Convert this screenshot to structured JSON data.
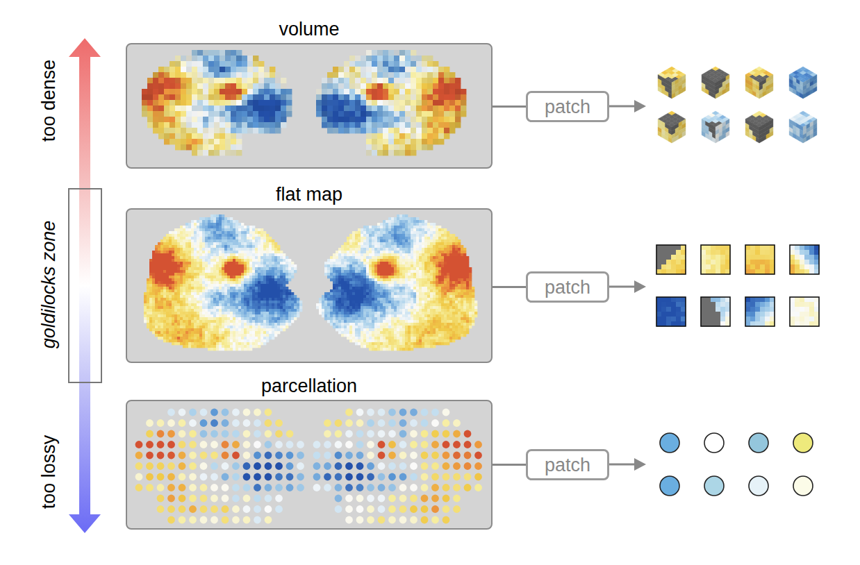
{
  "diagram": {
    "nodes": [
      {
        "text": [
          "volume"
        ]
      },
      {
        "text": [
          "patch"
        ]
      },
      {
        "text": [
          "flat map"
        ]
      },
      {
        "text": [
          "patch"
        ]
      },
      {
        "text": [
          "parcellation"
        ]
      },
      {
        "text": [
          "patch"
        ]
      }
    ],
    "edges": [
      {
        "from": 0,
        "to": 1,
        "arrow": "none"
      },
      {
        "from": 2,
        "to": 3,
        "arrow": "none"
      },
      {
        "from": 4,
        "to": 5,
        "arrow": "none"
      }
    ],
    "labels": [
      "too dense",
      "goldilocks zone",
      "too lossy"
    ]
  }
}
